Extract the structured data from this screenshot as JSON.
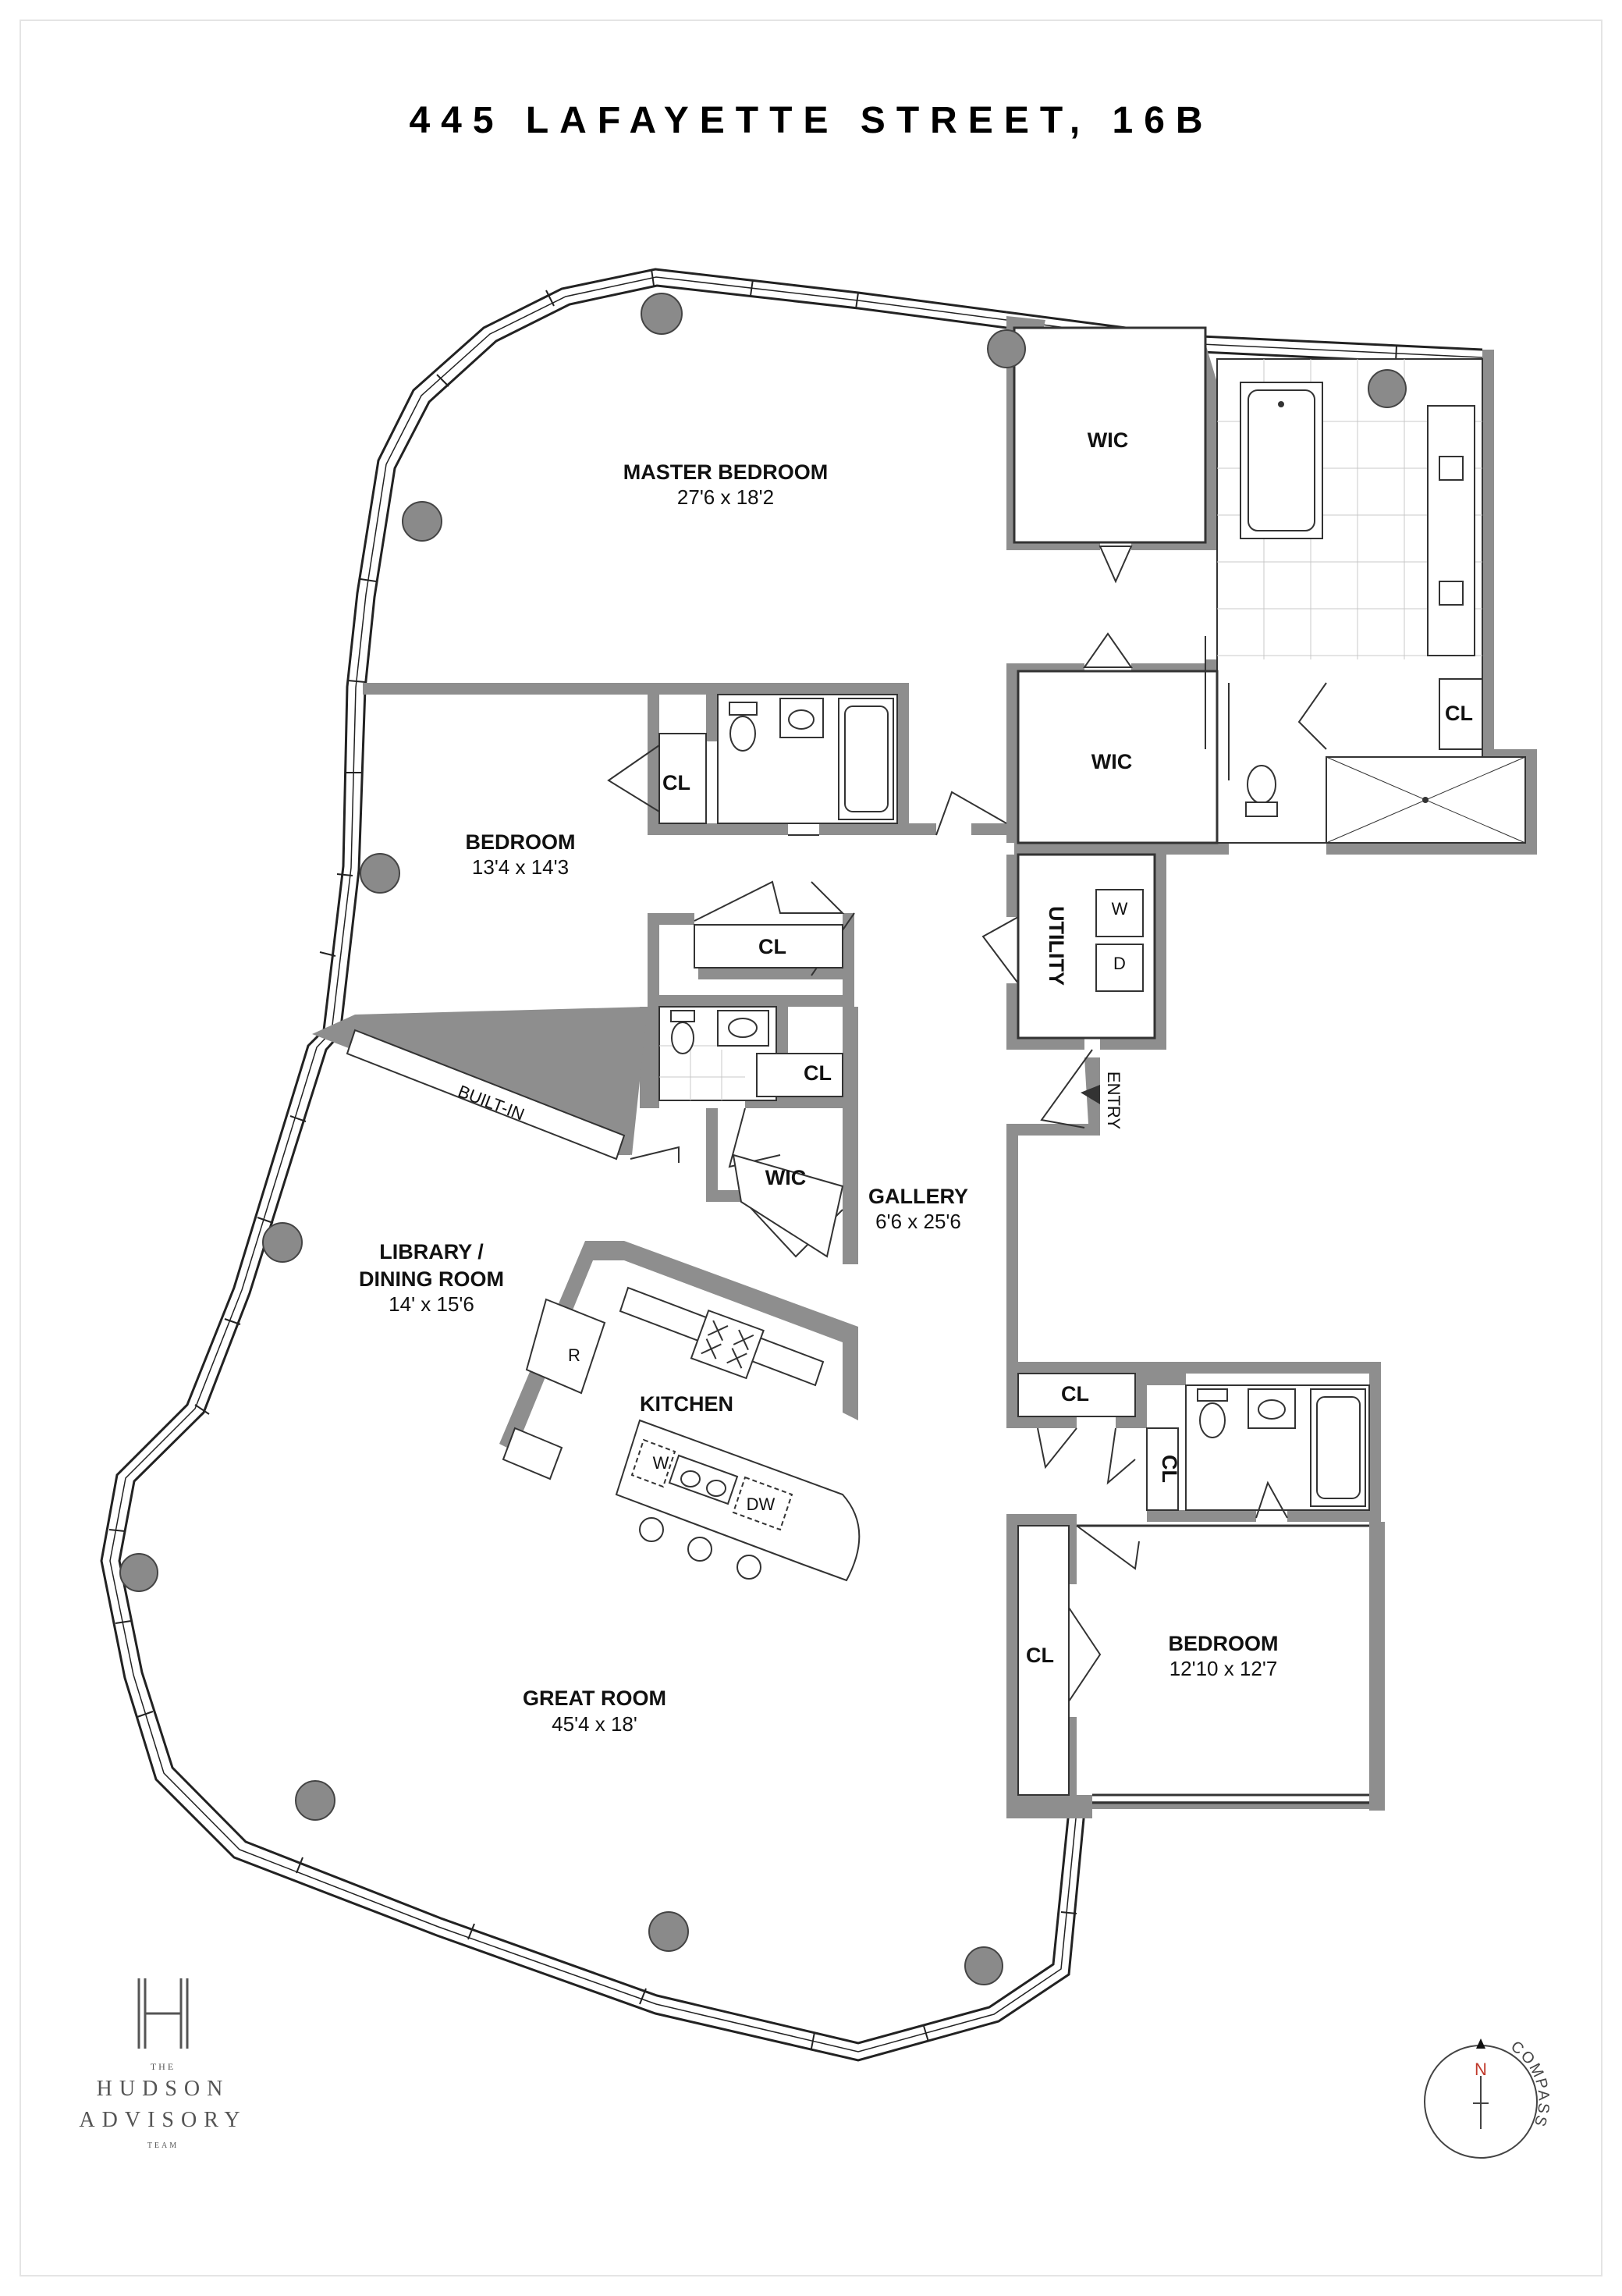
{
  "title": "445 LAFAYETTE STREET, 16B",
  "rooms": {
    "master_bedroom": {
      "name": "MASTER BEDROOM",
      "dims": "27'6 x 18'2"
    },
    "bedroom_1": {
      "name": "BEDROOM",
      "dims": "13'4 x 14'3"
    },
    "bedroom_2": {
      "name": "BEDROOM",
      "dims": "12'10 x 12'7"
    },
    "library": {
      "name_line1": "LIBRARY /",
      "name_line2": "DINING ROOM",
      "dims": "14' x 15'6"
    },
    "gallery": {
      "name": "GALLERY",
      "dims": "6'6 x 25'6"
    },
    "great_room": {
      "name": "GREAT ROOM",
      "dims": "45'4 x 18'"
    },
    "kitchen": {
      "name": "KITCHEN"
    }
  },
  "labels": {
    "wic": "WIC",
    "cl": "CL",
    "utility": "UTILITY",
    "entry": "ENTRY",
    "built_in": "BUILT-IN",
    "washer": "W",
    "dryer": "D",
    "refrigerator": "R",
    "dishwasher": "DW",
    "wine": "W"
  },
  "compass": {
    "north": "N",
    "label": "COMPASS"
  },
  "brand": {
    "monogram": "H",
    "line1": "THE",
    "line2": "HUDSON",
    "line3": "ADVISORY",
    "line4": "TEAM"
  },
  "colors": {
    "wall": "#8e8e8e",
    "wall_dark": "#7a7a7a",
    "line": "#1a1a1a",
    "column": "#8a8a8a"
  }
}
